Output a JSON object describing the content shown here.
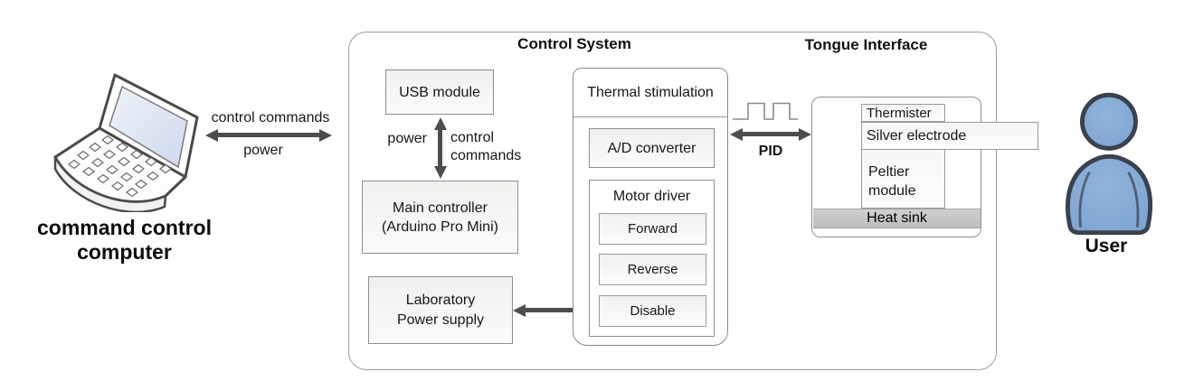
{
  "colors": {
    "arrow": "#4d4d4d",
    "box_border": "#8f8f8f",
    "box_fill": "#eff1ee",
    "heat_sink_gray": "#c6c6c6",
    "user_blue": "#85add8",
    "user_outline": "#3a414f",
    "laptop_screen_blue": "#dde5f2"
  },
  "computer": {
    "icon": "laptop-icon",
    "label_line1": "command control",
    "label_line2": "computer",
    "link": {
      "top_label": "control commands",
      "bottom_label": "power"
    }
  },
  "control_system": {
    "title": "Control System",
    "usb_module_label": "USB module",
    "usb_link": {
      "left_label": "power",
      "right_label_line1": "control",
      "right_label_line2": "commands"
    },
    "main_controller_line1": "Main controller",
    "main_controller_line2": "(Arduino Pro Mini)",
    "power_supply_line1": "Laboratory",
    "power_supply_line2": "Power supply",
    "thermal": {
      "title": "Thermal stimulation",
      "ad_converter_label": "A/D converter",
      "motor_driver": {
        "title": "Motor driver",
        "modes": [
          "Forward",
          "Reverse",
          "Disable"
        ]
      }
    }
  },
  "pid_link": {
    "label": "PID",
    "icon": "pwm-signal-icon"
  },
  "tongue_interface": {
    "title": "Tongue Interface",
    "thermister_label": "Thermister",
    "silver_electrode_label": "Silver electrode",
    "peltier_line1": "Peltier",
    "peltier_line2": "module",
    "heat_sink_label": "Heat sink"
  },
  "user": {
    "icon": "person-icon",
    "label": "User"
  }
}
